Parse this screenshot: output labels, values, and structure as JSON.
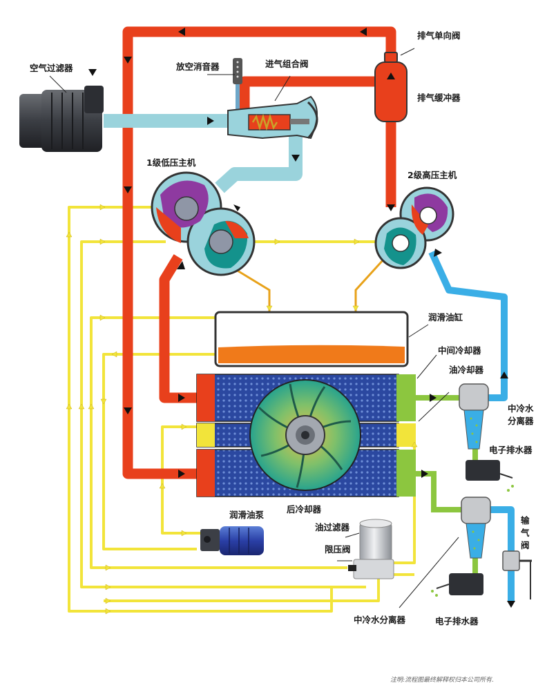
{
  "labels": {
    "air_filter": "空气过滤器",
    "vent_silencer": "放空消音器",
    "intake_valve": "进气组合阀",
    "check_valve": "排气单向阀",
    "buffer": "排气缓冲器",
    "stage1": "1级低压主机",
    "stage2": "2级高压主机",
    "oil_tank": "润滑油缸",
    "intercooler": "中间冷却器",
    "oil_cooler": "油冷却器",
    "separator_top_l1": "中冷水",
    "separator_top_l2": "分离器",
    "drain_top": "电子排水器",
    "aftercooler": "后冷却器",
    "oil_pump": "润滑油泵",
    "oil_filter": "油过滤器",
    "pressure_valve": "限压阀",
    "delivery_l1": "输",
    "delivery_l2": "气",
    "delivery_l3": "阀",
    "separator_bottom": "中冷水分离器",
    "drain_bottom": "电子排水器",
    "footnote": "注明:流程图最终解释权归本公司所有."
  },
  "colors": {
    "hot_air": "#e8401c",
    "cold_air": "#9ad3dc",
    "cool_water": "#3aaee6",
    "oil_line": "#f2e43a",
    "oil_fill": "#f07a1a",
    "cooler_blue": "#2b48a0",
    "cooler_green": "#8cc63f",
    "purple": "#8e3aa0",
    "teal": "#14928c"
  }
}
